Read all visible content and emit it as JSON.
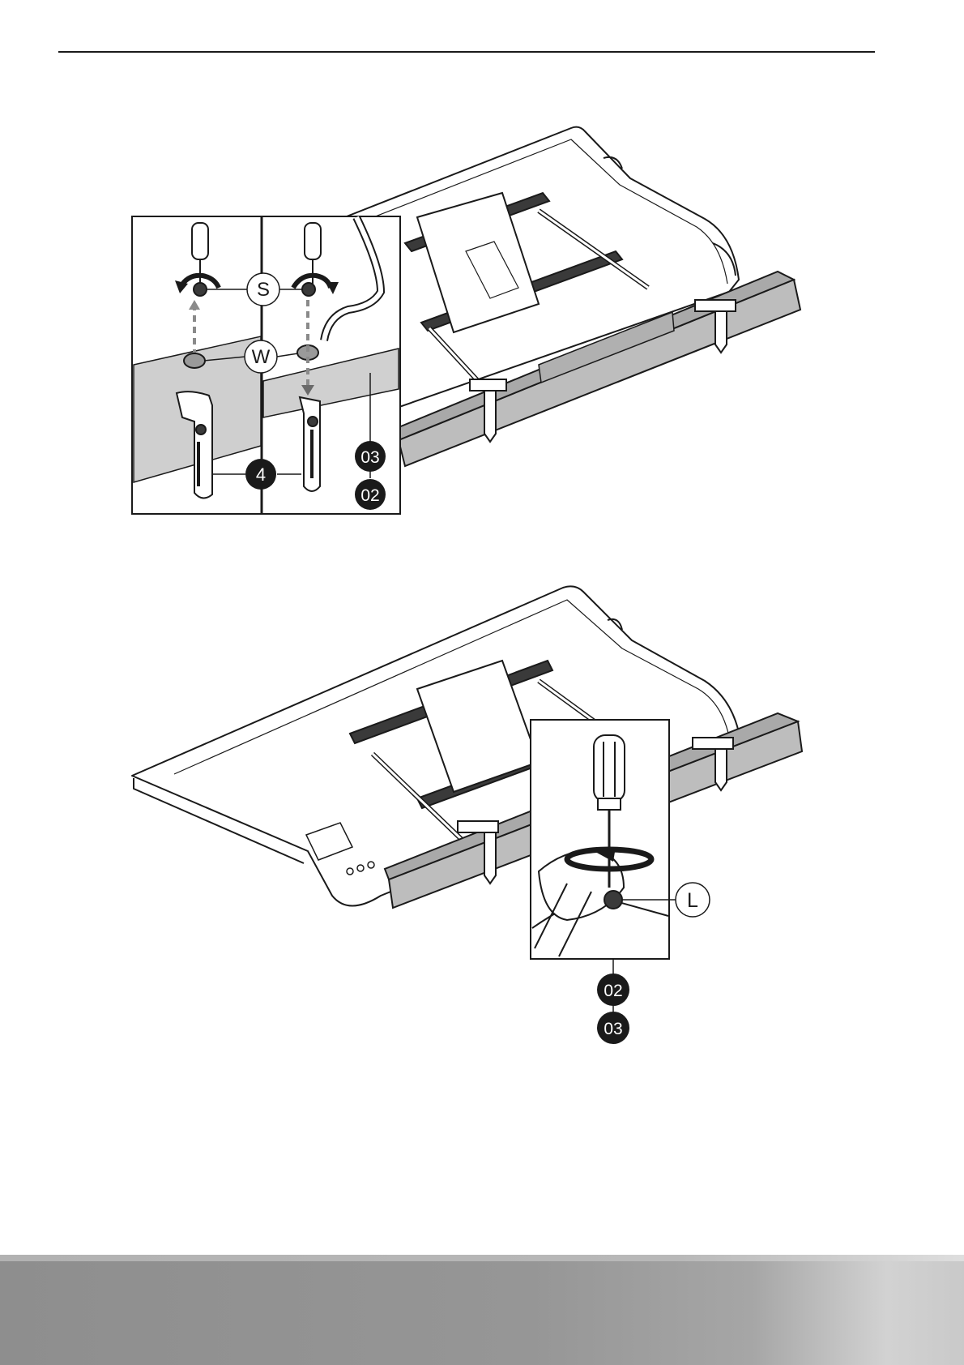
{
  "figure1": {
    "callout_screw": "S",
    "callout_washer": "W",
    "callout_bracket_count": "4",
    "callout_part_a": "03",
    "callout_part_b": "02"
  },
  "figure2": {
    "callout_lock": "L",
    "callout_part_a": "02",
    "callout_part_b": "03"
  }
}
